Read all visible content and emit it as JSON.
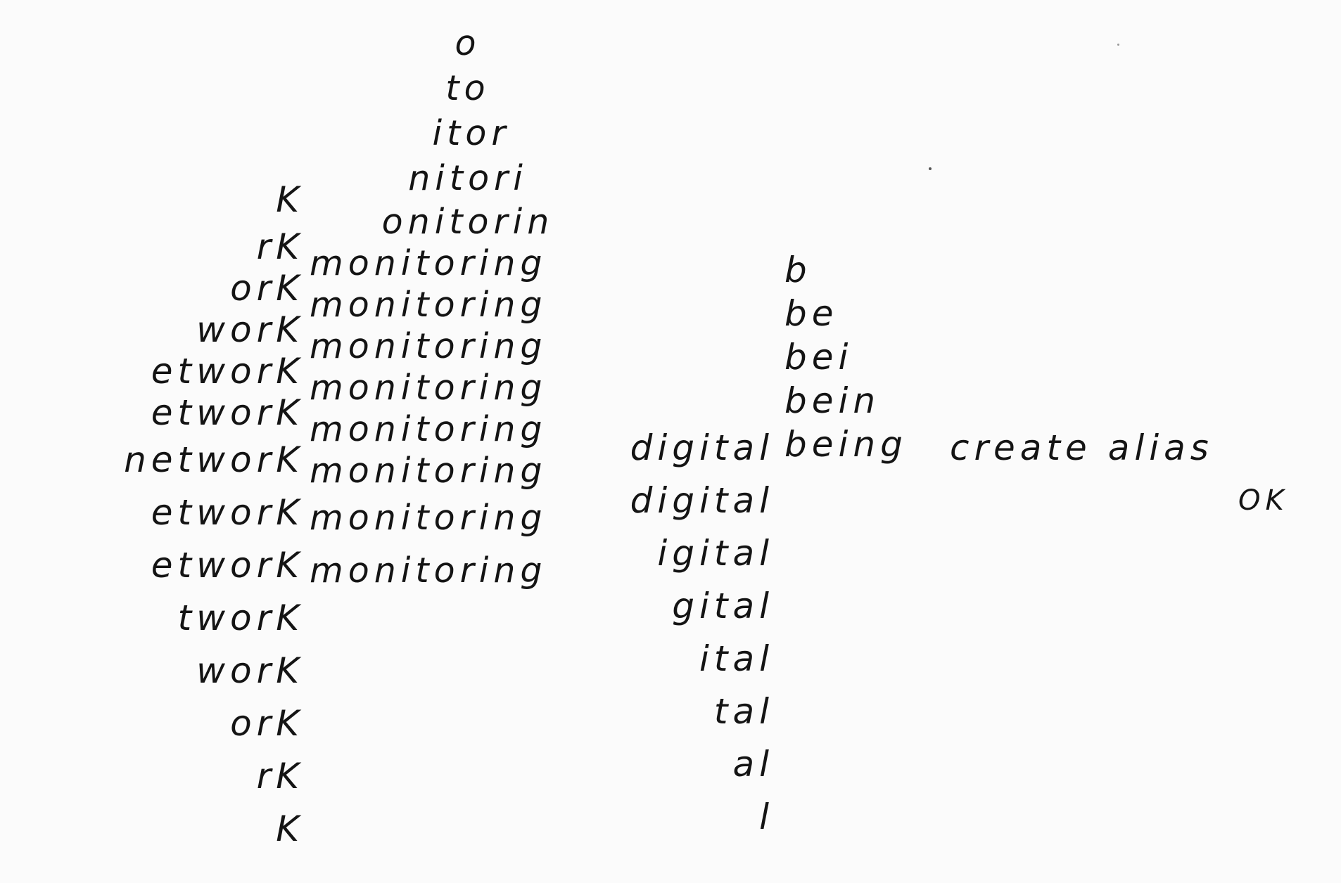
{
  "network": [
    "K",
    "rK",
    "orK",
    "worK",
    "etworK",
    "etworK",
    "networK",
    "etworK",
    "etworK",
    "tworK",
    "worK",
    "orK",
    "rK",
    "K"
  ],
  "monitoring": [
    "o",
    "to",
    "itor",
    "nitori",
    "onitorin",
    "monitoring",
    "monitoring",
    "monitoring",
    "monitoring",
    "monitoring",
    "monitoring",
    "monitoring",
    "monitoring"
  ],
  "digital": [
    "digital",
    "digital",
    "igital",
    "gital",
    "ital",
    "tal",
    "al",
    "l"
  ],
  "being": [
    "b",
    "be",
    "bei",
    "bein",
    "being"
  ],
  "create_alias": "create alias",
  "ok": "OK"
}
